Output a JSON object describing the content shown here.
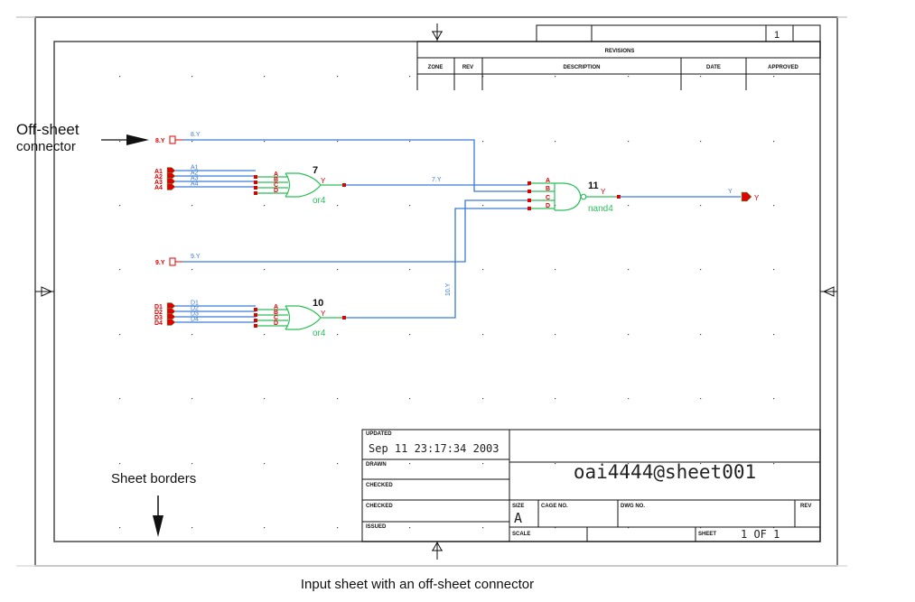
{
  "caption": "Input sheet with an off-sheet connector",
  "annotations": {
    "offsheet_line1": "Off-sheet",
    "offsheet_line2": "connector",
    "sheet_borders": "Sheet borders"
  },
  "revisions_block": {
    "sheet_number": "1",
    "title": "REVISIONS",
    "columns": [
      "ZONE",
      "REV",
      "DESCRIPTION",
      "DATE",
      "APPROVED"
    ]
  },
  "title_block": {
    "updated_label": "UPDATED",
    "updated_value": "Sep 11 23:17:34 2003",
    "drawn_label": "DRAWN",
    "checked_label_1": "CHECKED",
    "checked_label_2": "CHECKED",
    "issued_label": "ISSUED",
    "design_name": "oai4444@sheet001",
    "size_label": "SIZE",
    "size_value": "A",
    "cage_label": "CAGE NO.",
    "dwg_label": "DWG NO.",
    "rev_label": "REV",
    "scale_label": "SCALE",
    "sheet_label": "SHEET",
    "sheet_value": "1 OF 1"
  },
  "schematic": {
    "offsheet_inputs": [
      {
        "pin": "8.Y",
        "wire": "8.Y"
      },
      {
        "pin": "9.Y",
        "wire": "9.Y"
      }
    ],
    "input_groups": [
      {
        "pins": [
          "A1",
          "A2",
          "A3",
          "A4"
        ],
        "wires": [
          "A1",
          "A2",
          "A3",
          "A4"
        ]
      },
      {
        "pins": [
          "D1",
          "D2",
          "D3",
          "D4"
        ],
        "wires": [
          "D1",
          "D2",
          "D3",
          "D4"
        ]
      }
    ],
    "gates": [
      {
        "instance": "7",
        "cell": "or4",
        "inputs": [
          "A",
          "B",
          "C",
          "D"
        ],
        "output": "Y"
      },
      {
        "instance": "10",
        "cell": "or4",
        "inputs": [
          "A",
          "B",
          "C",
          "D"
        ],
        "output": "Y"
      },
      {
        "instance": "11",
        "cell": "nand4",
        "inputs": [
          "A",
          "B",
          "C",
          "D"
        ],
        "output": "Y"
      }
    ],
    "wire_labels": {
      "or7_out": "7.Y",
      "or10_out": "10.Y",
      "final_out": "Y"
    },
    "output_pin": "Y"
  },
  "colors": {
    "wire": "#3a7bd5",
    "gate": "#2cbf5a",
    "pin": "#e00000",
    "frame": "#7a7a7a"
  }
}
